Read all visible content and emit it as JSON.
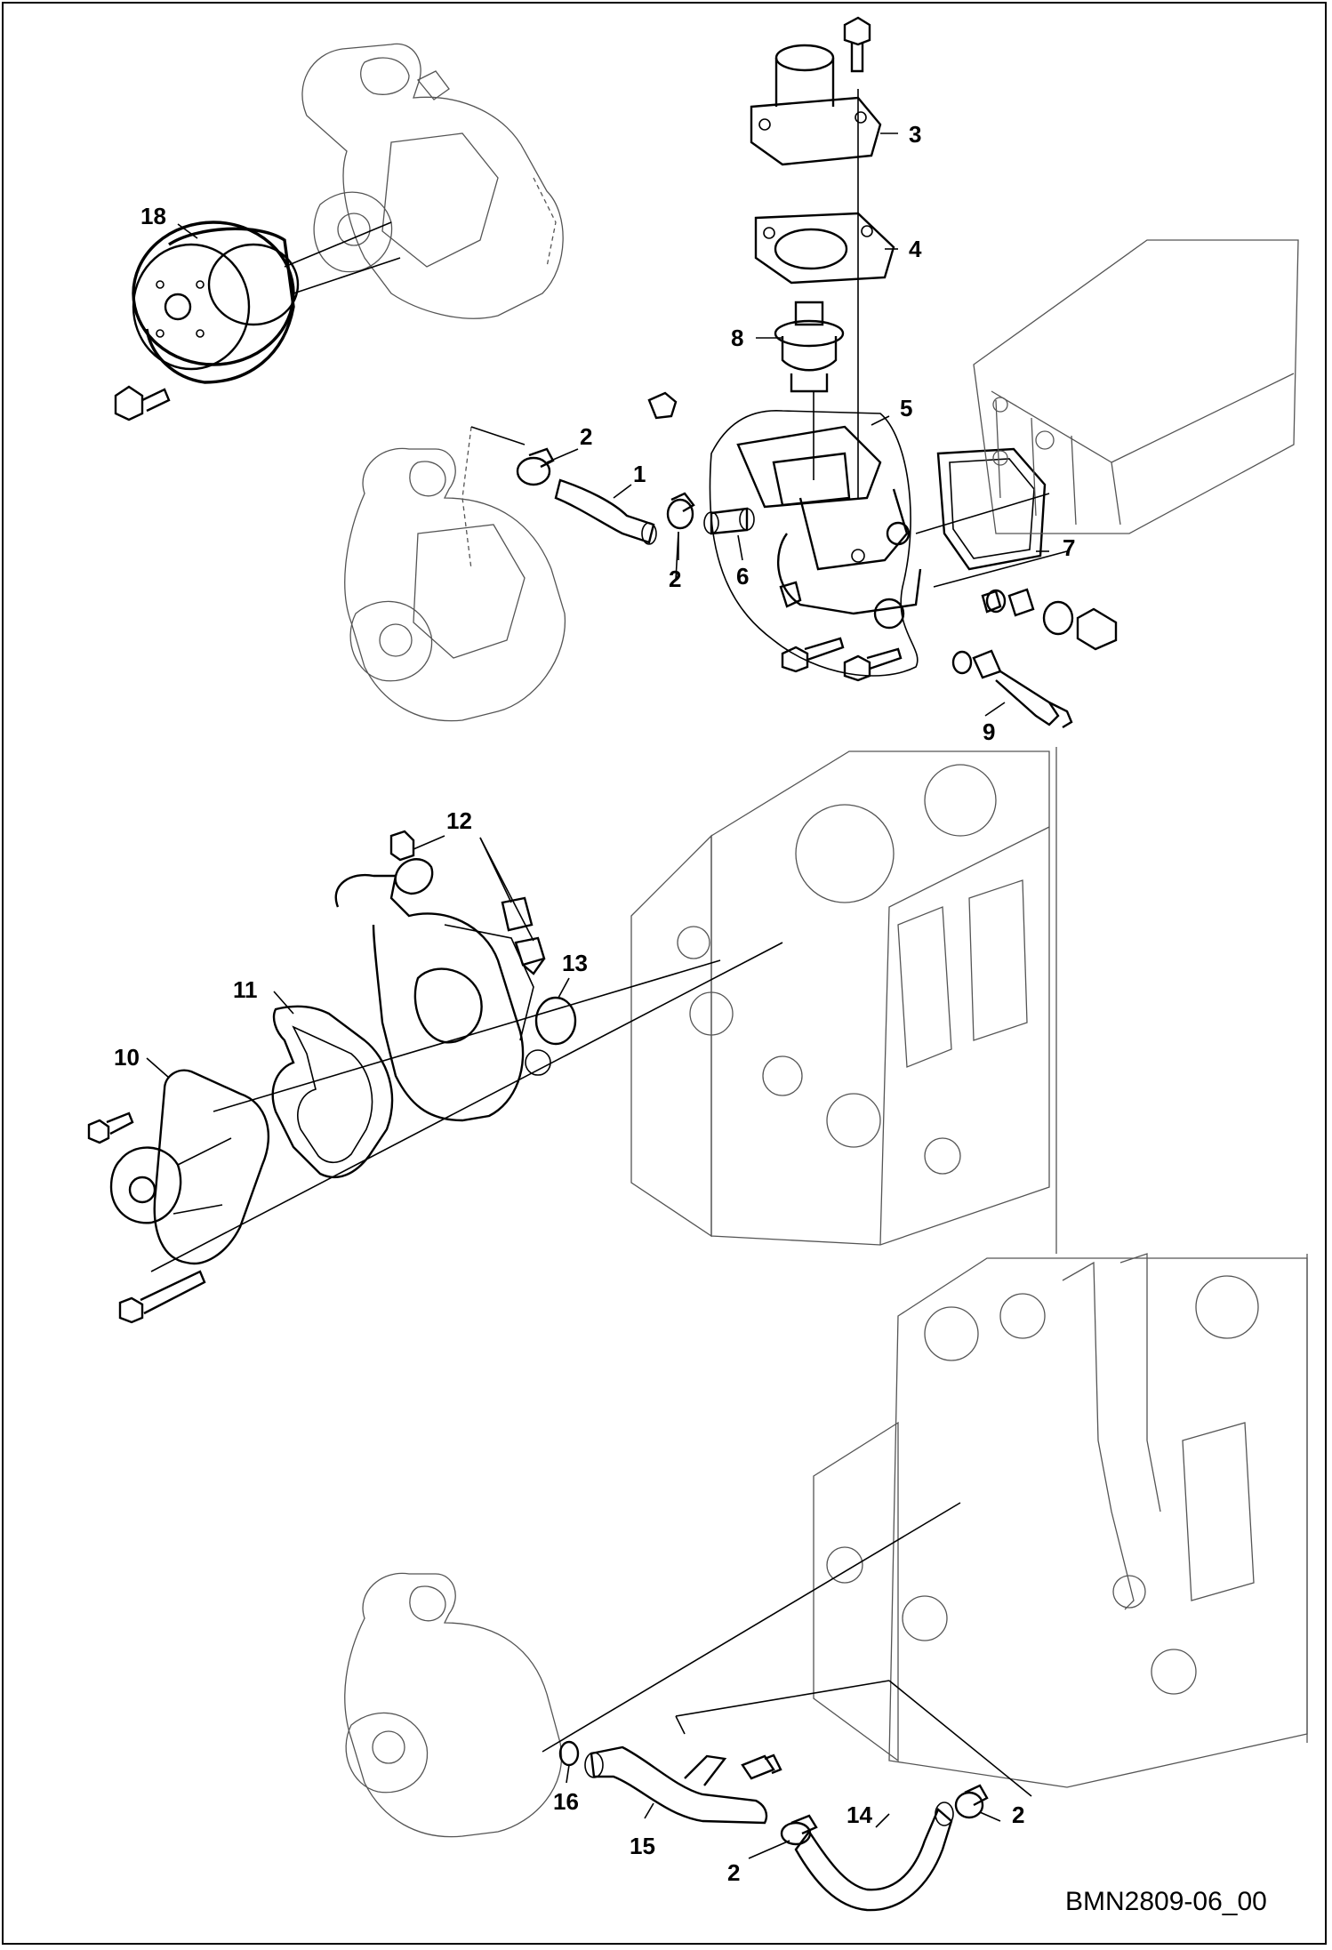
{
  "diagram": {
    "document_id": "BMN2809-06_00",
    "callouts": [
      "1",
      "2",
      "3",
      "4",
      "5",
      "6",
      "7",
      "8",
      "9",
      "10",
      "11",
      "12",
      "13",
      "14",
      "15",
      "16",
      "18"
    ],
    "repeat_callout_2": [
      "2",
      "2",
      "2",
      "2"
    ]
  }
}
